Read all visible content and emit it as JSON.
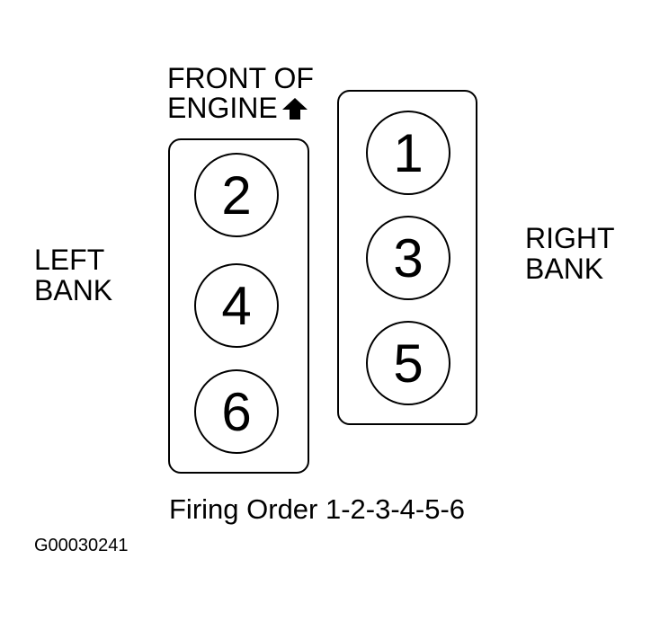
{
  "front_label": {
    "line1": "FRONT OF",
    "line2": "ENGINE",
    "arrow_icon": "arrow-up-icon"
  },
  "left_bank": {
    "line1": "LEFT",
    "line2": "BANK",
    "cylinders": [
      "2",
      "4",
      "6"
    ]
  },
  "right_bank": {
    "line1": "RIGHT",
    "line2": "BANK",
    "cylinders": [
      "1",
      "3",
      "5"
    ]
  },
  "firing_order": "Firing Order 1-2-3-4-5-6",
  "diagram_id": "G00030241",
  "colors": {
    "ink": "#000000",
    "background": "#ffffff"
  }
}
